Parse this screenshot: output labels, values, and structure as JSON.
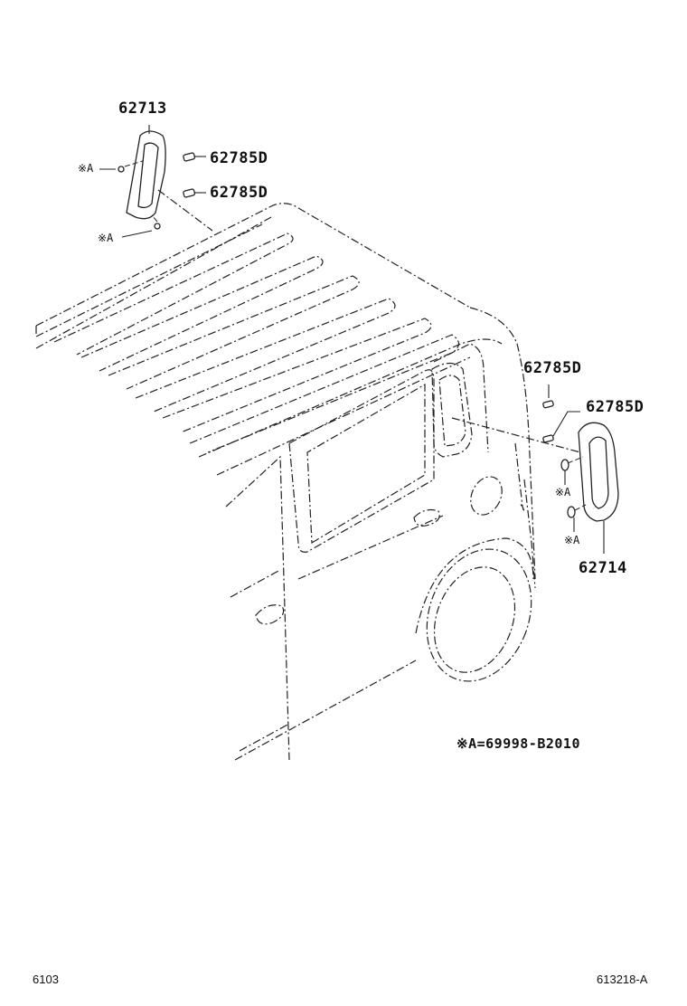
{
  "parts": {
    "upper_garnish": "62713",
    "upper_clip_1": "62785D",
    "upper_clip_2": "62785D",
    "lower_clip_1": "62785D",
    "lower_clip_2": "62785D",
    "lower_garnish": "62714"
  },
  "refs": {
    "upper_a1": "※A",
    "upper_a2": "※A",
    "lower_a1": "※A",
    "lower_a2": "※A"
  },
  "legend": "※A=69998-B2010",
  "footer": {
    "left": "6103",
    "right": "613218-A"
  }
}
